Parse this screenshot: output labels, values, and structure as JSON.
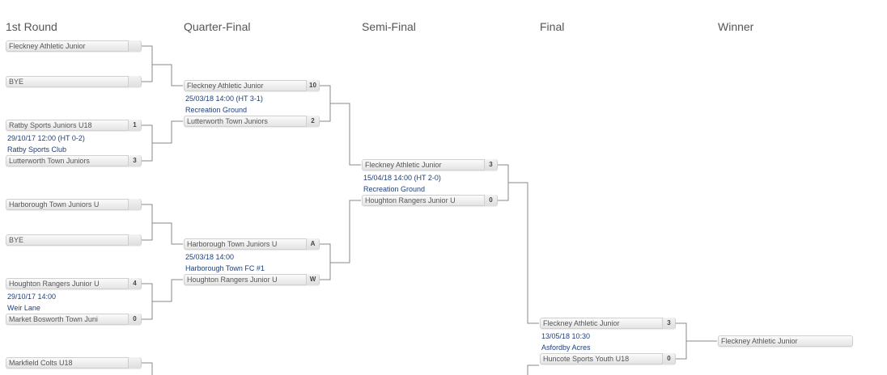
{
  "rounds": [
    "1st Round",
    "Quarter-Final",
    "Semi-Final",
    "Final",
    "Winner"
  ],
  "r1": {
    "t1": {
      "name": "Fleckney Athletic Junior",
      "score": ""
    },
    "t2": {
      "name": "BYE",
      "score": ""
    },
    "m2": {
      "home": {
        "name": "Ratby Sports Juniors U18",
        "score": "1"
      },
      "away": {
        "name": "Lutterworth Town Juniors",
        "score": "3"
      },
      "datetime": "29/10/17 12:00 (HT 0-2)",
      "venue": "Ratby Sports Club"
    },
    "t3": {
      "name": "Harborough Town Juniors U",
      "score": ""
    },
    "t4": {
      "name": "BYE",
      "score": ""
    },
    "m4": {
      "home": {
        "name": "Houghton Rangers Junior U",
        "score": "4"
      },
      "away": {
        "name": "Market Bosworth Town Juni",
        "score": "0"
      },
      "datetime": "29/10/17 14:00",
      "venue": "Weir Lane"
    },
    "t5": {
      "name": "Markfield Colts U18",
      "score": ""
    }
  },
  "qf": {
    "m1": {
      "home": {
        "name": "Fleckney Athletic Junior",
        "score": "10"
      },
      "away": {
        "name": "Lutterworth Town Juniors",
        "score": "2"
      },
      "datetime": "25/03/18 14:00 (HT 3-1)",
      "venue": "Recreation Ground"
    },
    "m2": {
      "home": {
        "name": "Harborough Town Juniors U",
        "score": "A"
      },
      "away": {
        "name": "Houghton Rangers Junior U",
        "score": "W"
      },
      "datetime": "25/03/18 14:00",
      "venue": "Harborough Town FC #1"
    }
  },
  "sf": {
    "m1": {
      "home": {
        "name": "Fleckney Athletic Junior",
        "score": "3"
      },
      "away": {
        "name": "Houghton Rangers Junior U",
        "score": "0"
      },
      "datetime": "15/04/18 14:00 (HT 2-0)",
      "venue": "Recreation Ground"
    }
  },
  "final": {
    "m1": {
      "home": {
        "name": "Fleckney Athletic Junior",
        "score": "3"
      },
      "away": {
        "name": "Huncote Sports Youth U18",
        "score": "0"
      },
      "datetime": "13/05/18 10:30",
      "venue": "Asfordby Acres"
    }
  },
  "winner": {
    "name": "Fleckney Athletic Junior"
  }
}
